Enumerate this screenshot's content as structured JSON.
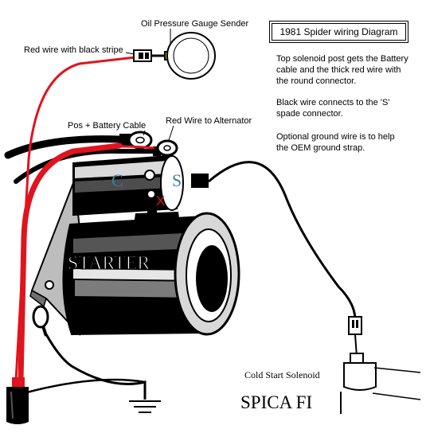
{
  "title": "1981 Spider wiring Diagram",
  "labels": {
    "oil_pressure_sender": "Oil Pressure Gauge Sender",
    "red_black_wire": "Red wire with black stripe",
    "pos_battery_cable": "Pos + Battery Cable",
    "red_wire_alternator": "Red Wire to Alternator",
    "starter": "STARTER",
    "cold_start_solenoid": "Cold Start Solenoid",
    "spica_fi": "SPICA FI",
    "terminal_c": "C",
    "terminal_s": "S",
    "terminal_x": "X"
  },
  "notes": [
    "Top solenoid post gets the Battery cable and the thick red wire with the round connector.",
    "Black wire connects to the 'S' spade connector.",
    "Optional ground wire is to help the OEM ground strap."
  ],
  "colors": {
    "red_wire": "#e0141e",
    "black_wire": "#000000",
    "terminal_label": "#3a7f98",
    "x_mark": "#d11a1a"
  }
}
